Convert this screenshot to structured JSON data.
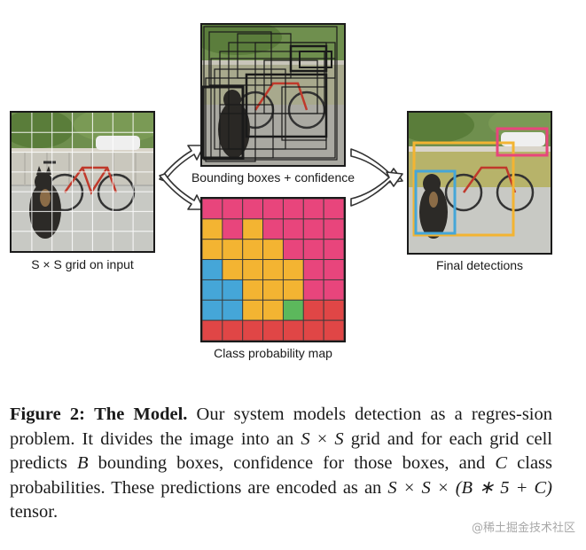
{
  "figure": {
    "panels": {
      "input_label": "S × S grid on input",
      "boxes_label": "Bounding boxes + confidence",
      "class_label": "Class probability map",
      "final_label": "Final detections"
    },
    "class_map_colors": {
      "pink": "#e8457c",
      "yellow": "#f3b432",
      "blue": "#45a6d8",
      "green": "#5cb85c",
      "red": "#e04646"
    },
    "detection_colors": {
      "bicycle": "#f3b432",
      "dog": "#45a6d8",
      "car": "#e8457c"
    }
  },
  "caption": {
    "label": "Figure 2:",
    "title": "The Model.",
    "line1_rest": " Our system models detection as a regres-sion problem. It divides the image into an ",
    "s1": "S",
    "times1": " × ",
    "s2": "S",
    "mid1": " grid and for each grid cell predicts ",
    "b": "B",
    "mid2": " bounding boxes, confidence for those boxes, and ",
    "c": "C",
    "mid3": " class probabilities.  These predictions are encoded as an ",
    "tensor": "S × S × (B ∗ 5 + C)",
    "end": " tensor."
  },
  "watermark": "@稀土掘金技术社区"
}
